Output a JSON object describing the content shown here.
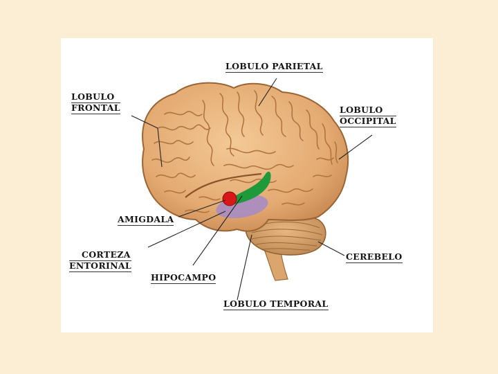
{
  "diagram": {
    "labels": {
      "lobulo_parietal": "LOBULO PARIETAL",
      "lobulo_frontal_line1": "LOBULO",
      "lobulo_frontal_line2": "FRONTAL",
      "lobulo_occipital_line1": "LOBULO",
      "lobulo_occipital_line2": "OCCIPITAL",
      "amigdala": "AMIGDALA",
      "corteza_line1": "CORTEZA",
      "corteza_line2": "ENTORINAL",
      "hipocampo": "HIPOCAMPO",
      "cerebelo": "CEREBELO",
      "lobulo_temporal": "LOBULO TEMPORAL"
    },
    "colors": {
      "slide_background": "#fbeed5",
      "panel_background": "#ffffff",
      "brain_tissue": "#e7b27c",
      "brain_folds": "#b77c45",
      "amygdala": "#d81818",
      "hippocampus": "#1f9a3a",
      "entorhinal_cortex": "#a58ac8",
      "cerebellum": "#d9a46e",
      "leader_lines": "#222222"
    }
  }
}
